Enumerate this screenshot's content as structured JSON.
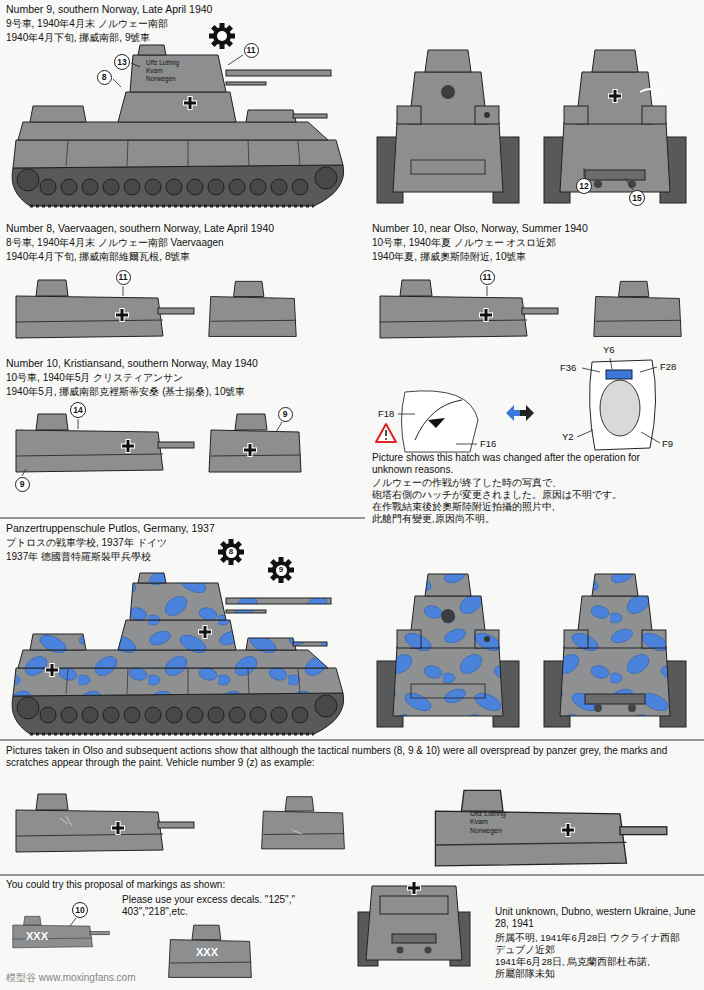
{
  "diagram": {
    "nodes": [
      {
        "text": [
          "13"
        ]
      },
      {
        "text": [
          "8"
        ]
      },
      {
        "text": [
          "11"
        ]
      },
      {
        "text": [
          "12"
        ]
      },
      {
        "text": [
          "15"
        ]
      },
      {
        "text": [
          "11"
        ]
      },
      {
        "text": [
          "11"
        ]
      },
      {
        "text": [
          "14"
        ]
      },
      {
        "text": [
          "9"
        ]
      },
      {
        "text": [
          "9"
        ]
      },
      {
        "text": [
          "8"
        ]
      },
      {
        "text": [
          "9"
        ]
      },
      {
        "text": [
          "10"
        ]
      }
    ],
    "labels": [
      "Number 9, southern Norway, Late April 1940",
      "9号車, 1940年4月末 ノルウェー南部",
      "1940年4月下旬, 挪威南部, 9號車",
      "Uffz Luthrig Kvam Norwegen",
      "Number 8, Vaervaagen, southern Norway, Late April 1940",
      "8号車, 1940年4月末 ノルウェー南部 Vaervaagen",
      "1940年4月下旬, 挪威南部維爾瓦根, 8號車",
      "Number 10, near Olso, Norway, Summer 1940",
      "10号車, 1940年夏 ノルウェー オスロ近郊",
      "1940年夏, 挪威奧斯陸附近, 10號車",
      "Number 10, Kristiansand, southern Norway, May 1940",
      "10号車, 1940年5月 クリスティアンサン",
      "1940年5月, 挪威南部克裡斯蒂安桑 (基士揚桑), 10號車",
      "F18",
      "F16",
      "F36",
      "Y6",
      "F28",
      "Y2",
      "F9",
      "Picture shows this hatch was changed after the operation for unknown reasons.",
      "ノルウェーの作戦が終了した時の写真で、",
      "砲塔右側のハッチが変更されました。原因は不明です。",
      "在作戰結束後於奧斯陸附近拍攝的照片中,",
      "此艙門有變更,原因尚不明。",
      "Panzertruppenschule Putlos, Germany, 1937",
      "プトロスの戦車学校, 1937年 ドイツ",
      "1937年 德國普特羅斯裝甲兵學校",
      "Pictures taken in Olso and subsequent actions show that although the tactical numbers (8, 9 & 10) were all overspread by panzer grey, the marks and scratches appear through the paint. Vehicle number 9 (z) as example:",
      "Uffz Luthrig Kvam Norwegen",
      "You could try this proposal of markings as shown:",
      "Please use your excess decals. \"125\",\" 403\",\"218\",etc.",
      "XXX",
      "XXX",
      "Unit unknown, Dubno, western Ukraine, June 28, 1941",
      "所属不明, 1941年6月28日 ウクライナ西部",
      "デュブノ近郊",
      "1941年6月28日, 烏克蘭西部杜布諾,",
      "所屬部隊未知",
      "模型谷 www.moxingfans.com"
    ]
  }
}
